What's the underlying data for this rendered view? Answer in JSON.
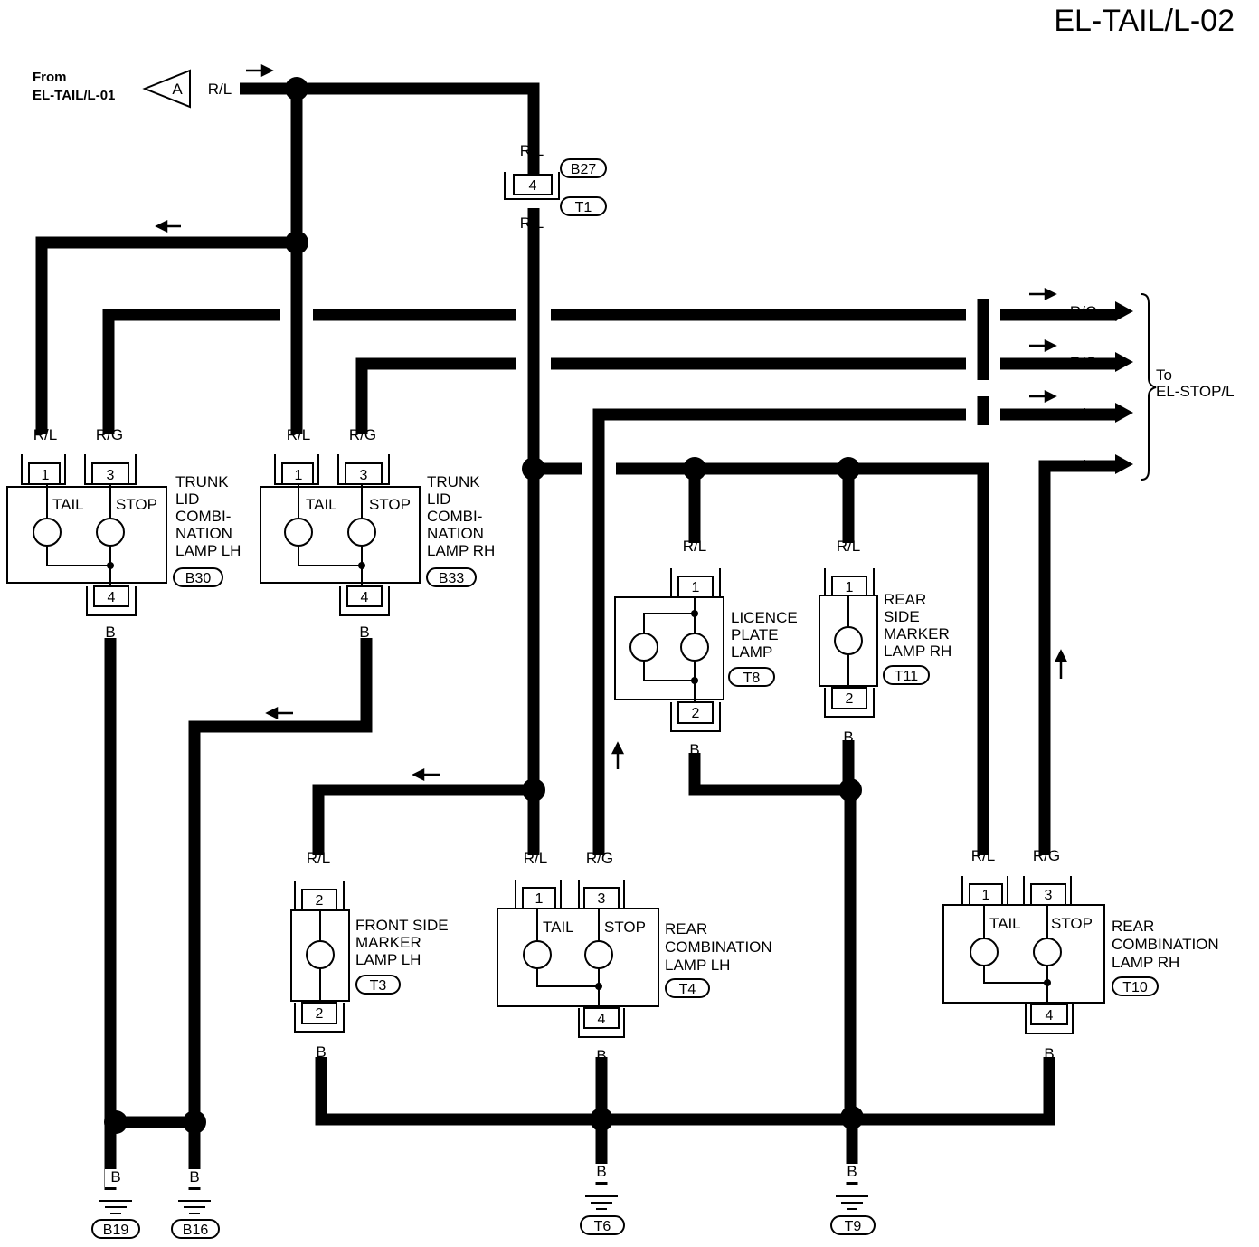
{
  "title": "EL-TAIL/L-02",
  "source": {
    "from_label": "From",
    "from_ref": "EL-TAIL/L-01",
    "connector_letter": "A",
    "wire": "R/L"
  },
  "destination": {
    "prefix": "To",
    "ref": "EL-STOP/L",
    "wires": [
      "R/G",
      "R/G",
      "R/G",
      "R/G"
    ]
  },
  "joint_connector": {
    "pin": "4",
    "upper_ref": "B27",
    "lower_ref": "T1",
    "wire_upper": "R/L",
    "wire_lower": "R/L"
  },
  "components": {
    "trunk_lid_lh": {
      "name_lines": [
        "TRUNK",
        "LID",
        "COMBI-",
        "NATION",
        "LAMP LH"
      ],
      "ref": "B30",
      "bulb_left": "TAIL",
      "bulb_right": "STOP",
      "pin_left": "1",
      "pin_right": "3",
      "pin_bottom": "4",
      "wire_left": "R/L",
      "wire_right": "R/G",
      "wire_bottom": "B"
    },
    "trunk_lid_rh": {
      "name_lines": [
        "TRUNK",
        "LID",
        "COMBI-",
        "NATION",
        "LAMP RH"
      ],
      "ref": "B33",
      "bulb_left": "TAIL",
      "bulb_right": "STOP",
      "pin_left": "1",
      "pin_right": "3",
      "pin_bottom": "4",
      "wire_left": "R/L",
      "wire_right": "R/G",
      "wire_bottom": "B"
    },
    "licence_plate": {
      "name_lines": [
        "LICENCE",
        "PLATE",
        "LAMP"
      ],
      "ref": "T8",
      "pin_top": "1",
      "pin_bottom": "2",
      "wire_top": "R/L",
      "wire_bottom": "B"
    },
    "rear_side_marker_rh": {
      "name_lines": [
        "REAR",
        "SIDE",
        "MARKER",
        "LAMP RH"
      ],
      "ref": "T11",
      "pin_top": "1",
      "pin_bottom": "2",
      "wire_top": "R/L",
      "wire_bottom": "B"
    },
    "front_side_marker_lh": {
      "name_lines": [
        "FRONT SIDE",
        "MARKER",
        "LAMP LH"
      ],
      "ref": "T3",
      "pin_top": "2",
      "pin_bottom": "2",
      "wire_top": "R/L",
      "wire_bottom": "B"
    },
    "rear_combination_lh": {
      "name_lines": [
        "REAR",
        "COMBINATION",
        "LAMP LH"
      ],
      "ref": "T4",
      "bulb_left": "TAIL",
      "bulb_right": "STOP",
      "pin_left": "1",
      "pin_right": "3",
      "pin_bottom": "4",
      "wire_left": "R/L",
      "wire_right": "R/G",
      "wire_bottom": "B"
    },
    "rear_combination_rh": {
      "name_lines": [
        "REAR",
        "COMBINATION",
        "LAMP RH"
      ],
      "ref": "T10",
      "bulb_left": "TAIL",
      "bulb_right": "STOP",
      "pin_left": "1",
      "pin_right": "3",
      "pin_bottom": "4",
      "wire_left": "R/L",
      "wire_right": "R/G",
      "wire_bottom": "B"
    }
  },
  "grounds": [
    {
      "ref": "B19",
      "wire": "B"
    },
    {
      "ref": "B16",
      "wire": "B"
    },
    {
      "ref": "T6",
      "wire": "B"
    },
    {
      "ref": "T9",
      "wire": "B"
    }
  ]
}
